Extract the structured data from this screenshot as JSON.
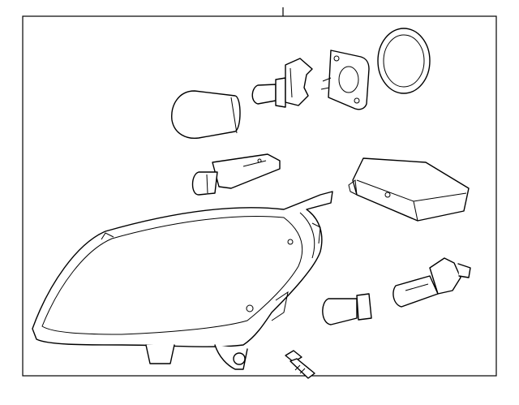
{
  "diagram": {
    "type": "exploded-parts-diagram",
    "colors": {
      "line": "#000000",
      "background": "#ffffff"
    },
    "parts": [
      "headlamp-assembly",
      "bulb-round",
      "bulb-socket",
      "cover-gasket",
      "cover-cap",
      "bulb-holder",
      "control-module",
      "wedge-bulb",
      "hid-bulb",
      "bolt"
    ]
  }
}
